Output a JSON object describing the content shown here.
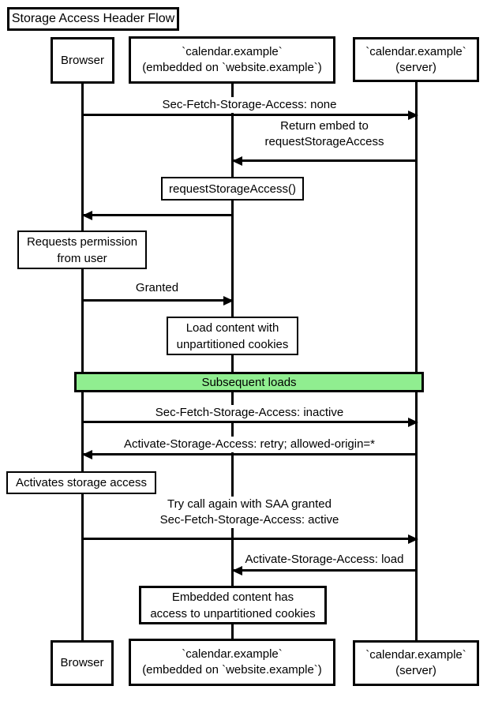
{
  "title": "Storage Access Header Flow",
  "participants": {
    "browser": {
      "label": "Browser"
    },
    "embedded": {
      "line1": "`calendar.example`",
      "line2": "(embedded on `website.example`)"
    },
    "server": {
      "line1": "`calendar.example`",
      "line2": "(server)"
    }
  },
  "messages": {
    "m1": {
      "text": "Sec-Fetch-Storage-Access: none",
      "from": "browser",
      "to": "server"
    },
    "m2": {
      "line1": "Return embed to",
      "line2": "requestStorageAccess",
      "from": "server",
      "to": "embedded"
    },
    "m3": {
      "text": "requestStorageAccess()",
      "from": "embedded",
      "to": "browser"
    },
    "m4": {
      "text": "Granted",
      "from": "browser",
      "to": "embedded"
    },
    "m5": {
      "text": "Sec-Fetch-Storage-Access: inactive",
      "from": "browser",
      "to": "server"
    },
    "m6": {
      "text": "Activate-Storage-Access: retry; allowed-origin=*",
      "from": "server",
      "to": "browser"
    },
    "m7": {
      "line1": "Try call again with SAA granted",
      "line2": "Sec-Fetch-Storage-Access: active",
      "from": "browser",
      "to": "server"
    },
    "m8": {
      "text": "Activate-Storage-Access: load",
      "from": "server",
      "to": "embedded"
    }
  },
  "notes": {
    "n1": {
      "line1": "Requests permission",
      "line2": "from user",
      "over": "browser"
    },
    "n2": {
      "line1": "Load content with",
      "line2": "unpartitioned cookies",
      "over": "embedded"
    },
    "n3": {
      "text": "Activates storage access",
      "over": "browser"
    },
    "n4": {
      "line1": "Embedded content has",
      "line2": "access to unpartitioned cookies",
      "over": "embedded"
    }
  },
  "divider": {
    "label": "Subsequent loads",
    "fill": "#90EE90"
  },
  "colors": {
    "line": "#000000",
    "background": "#FFFFFF",
    "box_fill": "#FFFFFF",
    "divider_fill": "#90EE90"
  }
}
